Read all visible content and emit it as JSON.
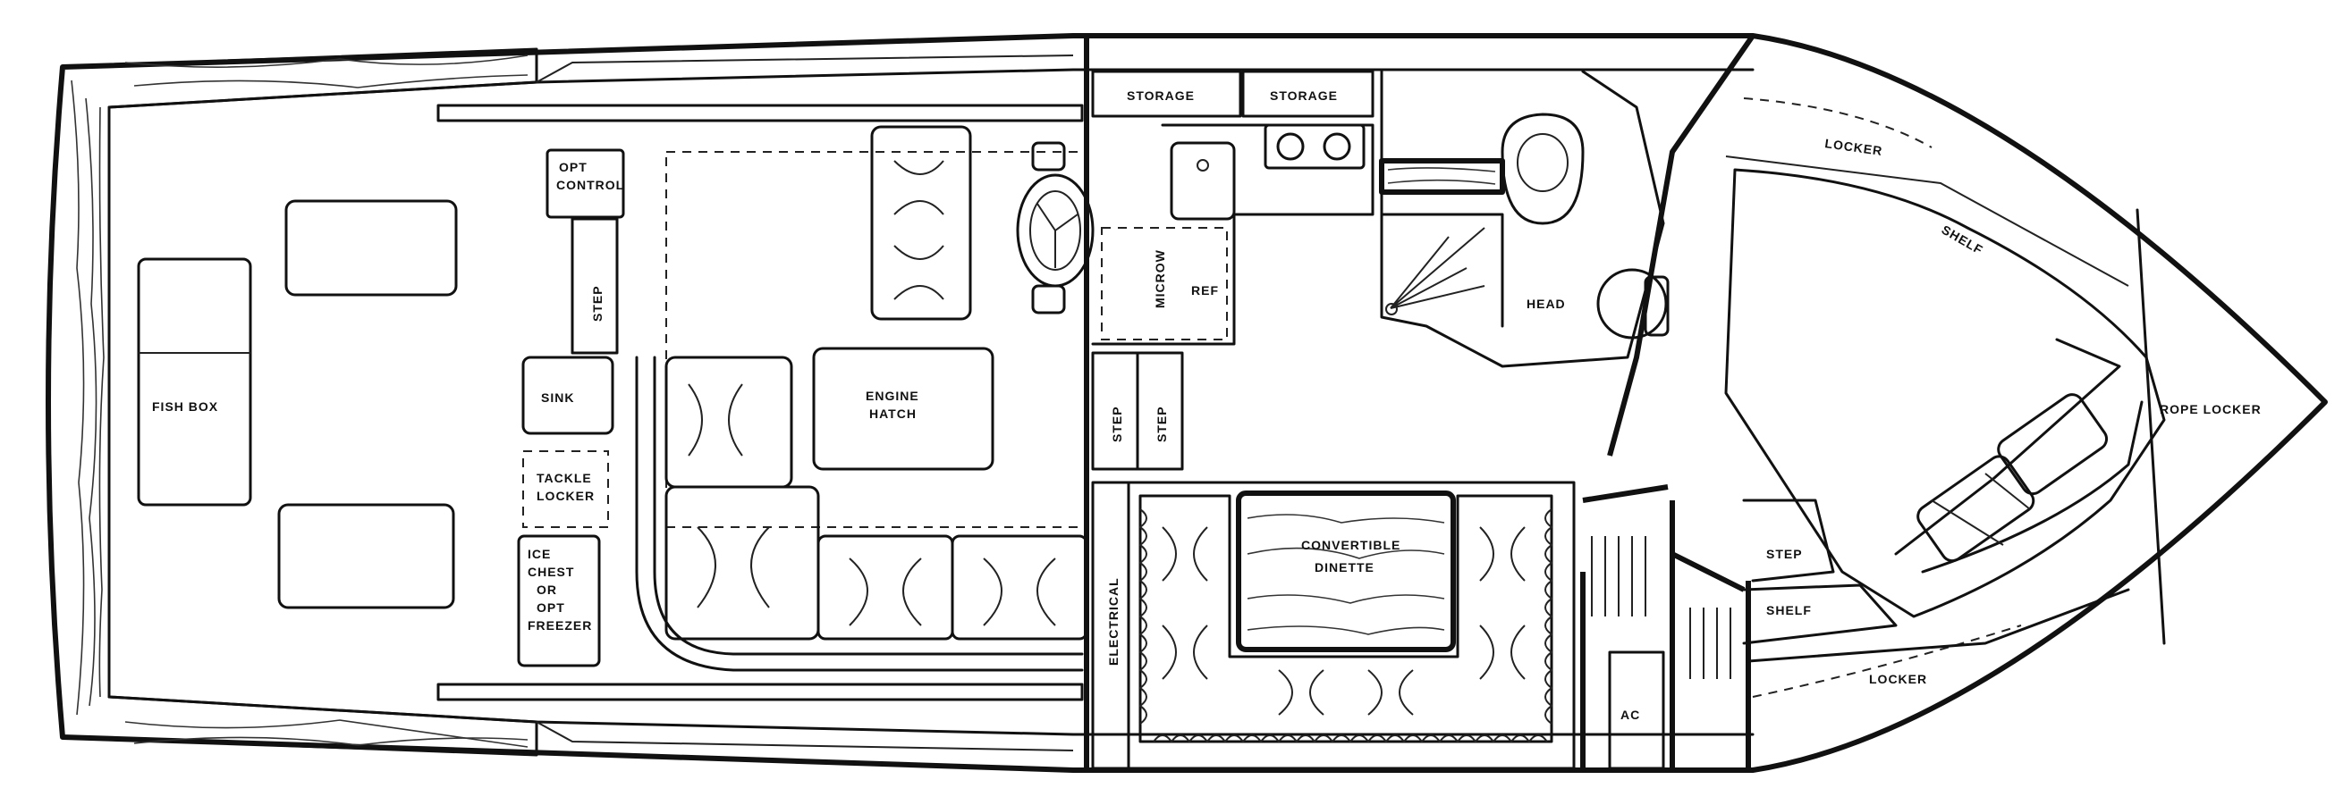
{
  "labels": {
    "fish_box": "FISH BOX",
    "opt_control_1": "OPT",
    "opt_control_2": "CONTROL",
    "step_cockpit": "STEP",
    "sink_cockpit": "SINK",
    "tackle_1": "TACKLE",
    "tackle_2": "LOCKER",
    "ice_1": "ICE",
    "ice_2": "CHEST",
    "ice_3": "OR",
    "ice_4": "OPT",
    "ice_5": "FREEZER",
    "engine_1": "ENGINE",
    "engine_2": "HATCH",
    "storage_1": "STORAGE",
    "storage_2": "STORAGE",
    "microw": "MICROW",
    "ref": "REF",
    "step_1": "STEP",
    "step_2": "STEP",
    "electrical": "ELECTRICAL",
    "dinette_1": "CONVERTIBLE",
    "dinette_2": "DINETTE",
    "head": "HEAD",
    "ac": "AC",
    "locker_top": "LOCKER",
    "shelf_top": "SHELF",
    "rope_locker": "ROPE LOCKER",
    "step_fwd": "STEP",
    "shelf_bottom": "SHELF",
    "locker_bottom": "LOCKER"
  },
  "colors": {
    "line": "#111111",
    "background": "#ffffff"
  }
}
